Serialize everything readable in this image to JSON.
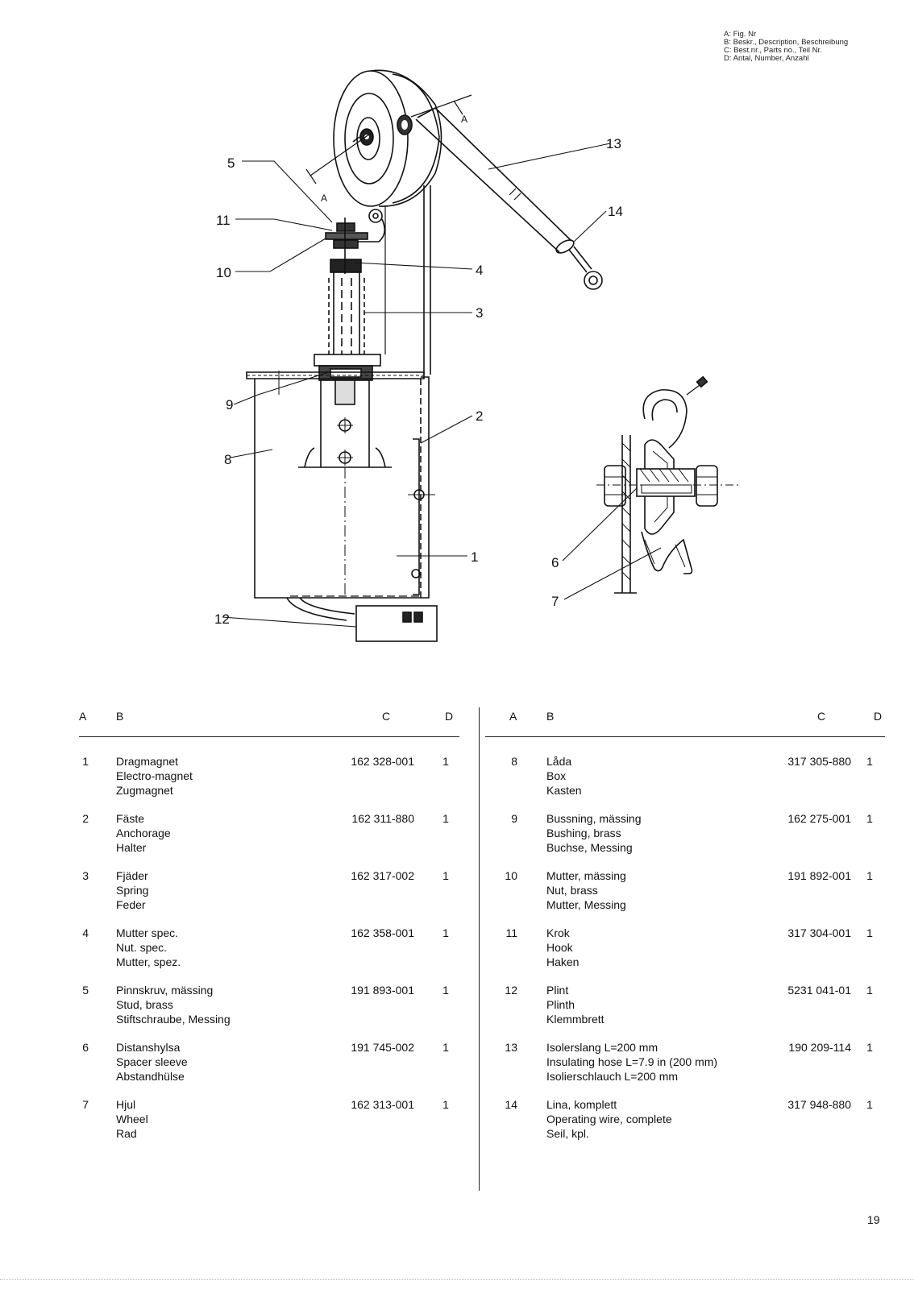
{
  "legend": [
    "A: Fig. Nr",
    "B: Beskr., Description, Beschreibung",
    "C: Best.nr., Parts no., Teil Nr.",
    "D: Antal, Number, Anzahl"
  ],
  "callouts": [
    "1",
    "2",
    "3",
    "4",
    "5",
    "6",
    "7",
    "8",
    "9",
    "10",
    "11",
    "12",
    "13",
    "14"
  ],
  "section_marker": "A",
  "table": {
    "headers": {
      "a": "A",
      "b": "B",
      "c": "C",
      "d": "D"
    },
    "left_rows": [
      {
        "fig": "1",
        "desc": [
          "Dragmagnet",
          "Electro-magnet",
          "Zugmagnet"
        ],
        "part": "162 328-001",
        "qty": "1"
      },
      {
        "fig": "2",
        "desc": [
          "Fäste",
          "Anchorage",
          "Halter"
        ],
        "part": "162 311-880",
        "qty": "1"
      },
      {
        "fig": "3",
        "desc": [
          "Fjäder",
          "Spring",
          "Feder"
        ],
        "part": "162 317-002",
        "qty": "1"
      },
      {
        "fig": "4",
        "desc": [
          "Mutter spec.",
          "Nut. spec.",
          "Mutter, spez."
        ],
        "part": "162 358-001",
        "qty": "1"
      },
      {
        "fig": "5",
        "desc": [
          "Pinnskruv, mässing",
          "Stud, brass",
          "Stiftschraube, Messing"
        ],
        "part": "191 893-001",
        "qty": "1"
      },
      {
        "fig": "6",
        "desc": [
          "Distanshylsa",
          "Spacer sleeve",
          "Abstandhülse"
        ],
        "part": "191 745-002",
        "qty": "1"
      },
      {
        "fig": "7",
        "desc": [
          "Hjul",
          "Wheel",
          "Rad"
        ],
        "part": "162 313-001",
        "qty": "1"
      }
    ],
    "right_rows": [
      {
        "fig": "8",
        "desc": [
          "Låda",
          "Box",
          "Kasten"
        ],
        "part": "317 305-880",
        "qty": "1"
      },
      {
        "fig": "9",
        "desc": [
          "Bussning, mässing",
          "Bushing, brass",
          "Buchse, Messing"
        ],
        "part": "162 275-001",
        "qty": "1"
      },
      {
        "fig": "10",
        "desc": [
          "Mutter, mässing",
          "Nut, brass",
          "Mutter, Messing"
        ],
        "part": "191 892-001",
        "qty": "1"
      },
      {
        "fig": "11",
        "desc": [
          "Krok",
          "Hook",
          "Haken"
        ],
        "part": "317 304-001",
        "qty": "1"
      },
      {
        "fig": "12",
        "desc": [
          "Plint",
          "Plinth",
          "Klemmbrett"
        ],
        "part": "5231 041-01",
        "qty": "1"
      },
      {
        "fig": "13",
        "desc": [
          "Isolerslang L=200 mm",
          "Insulating hose L=7.9 in (200 mm)",
          "Isolierschlauch L=200 mm"
        ],
        "part": "190 209-114",
        "qty": "1"
      },
      {
        "fig": "14",
        "desc": [
          "Lina, komplett",
          "Operating wire, complete",
          "Seil, kpl."
        ],
        "part": "317 948-880",
        "qty": "1"
      }
    ]
  },
  "page_number": "19"
}
